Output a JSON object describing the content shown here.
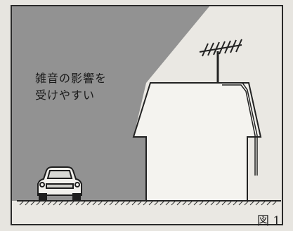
{
  "figure": {
    "annotation_lines": [
      "雑音の影響を",
      "受けやすい"
    ],
    "figure_number": "図 1"
  }
}
